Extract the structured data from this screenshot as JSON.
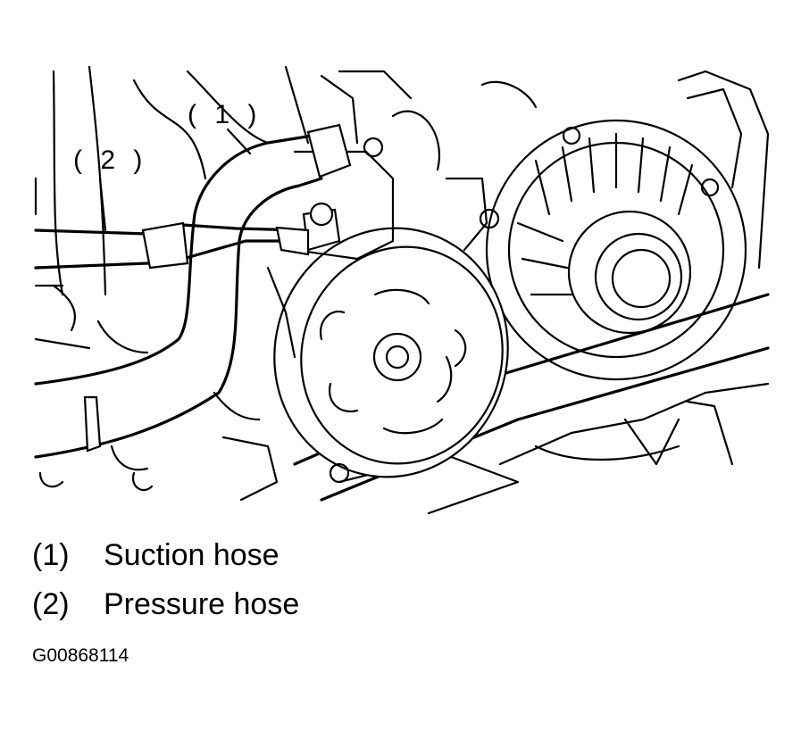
{
  "callouts": {
    "suction": "( 1 )",
    "pressure": "( 2 )"
  },
  "legend": [
    {
      "number": "(1)",
      "label": "Suction hose"
    },
    {
      "number": "(2)",
      "label": "Pressure hose"
    }
  ],
  "figure_id": "G00868114",
  "colors": {
    "line": "#000000",
    "background": "#ffffff"
  }
}
